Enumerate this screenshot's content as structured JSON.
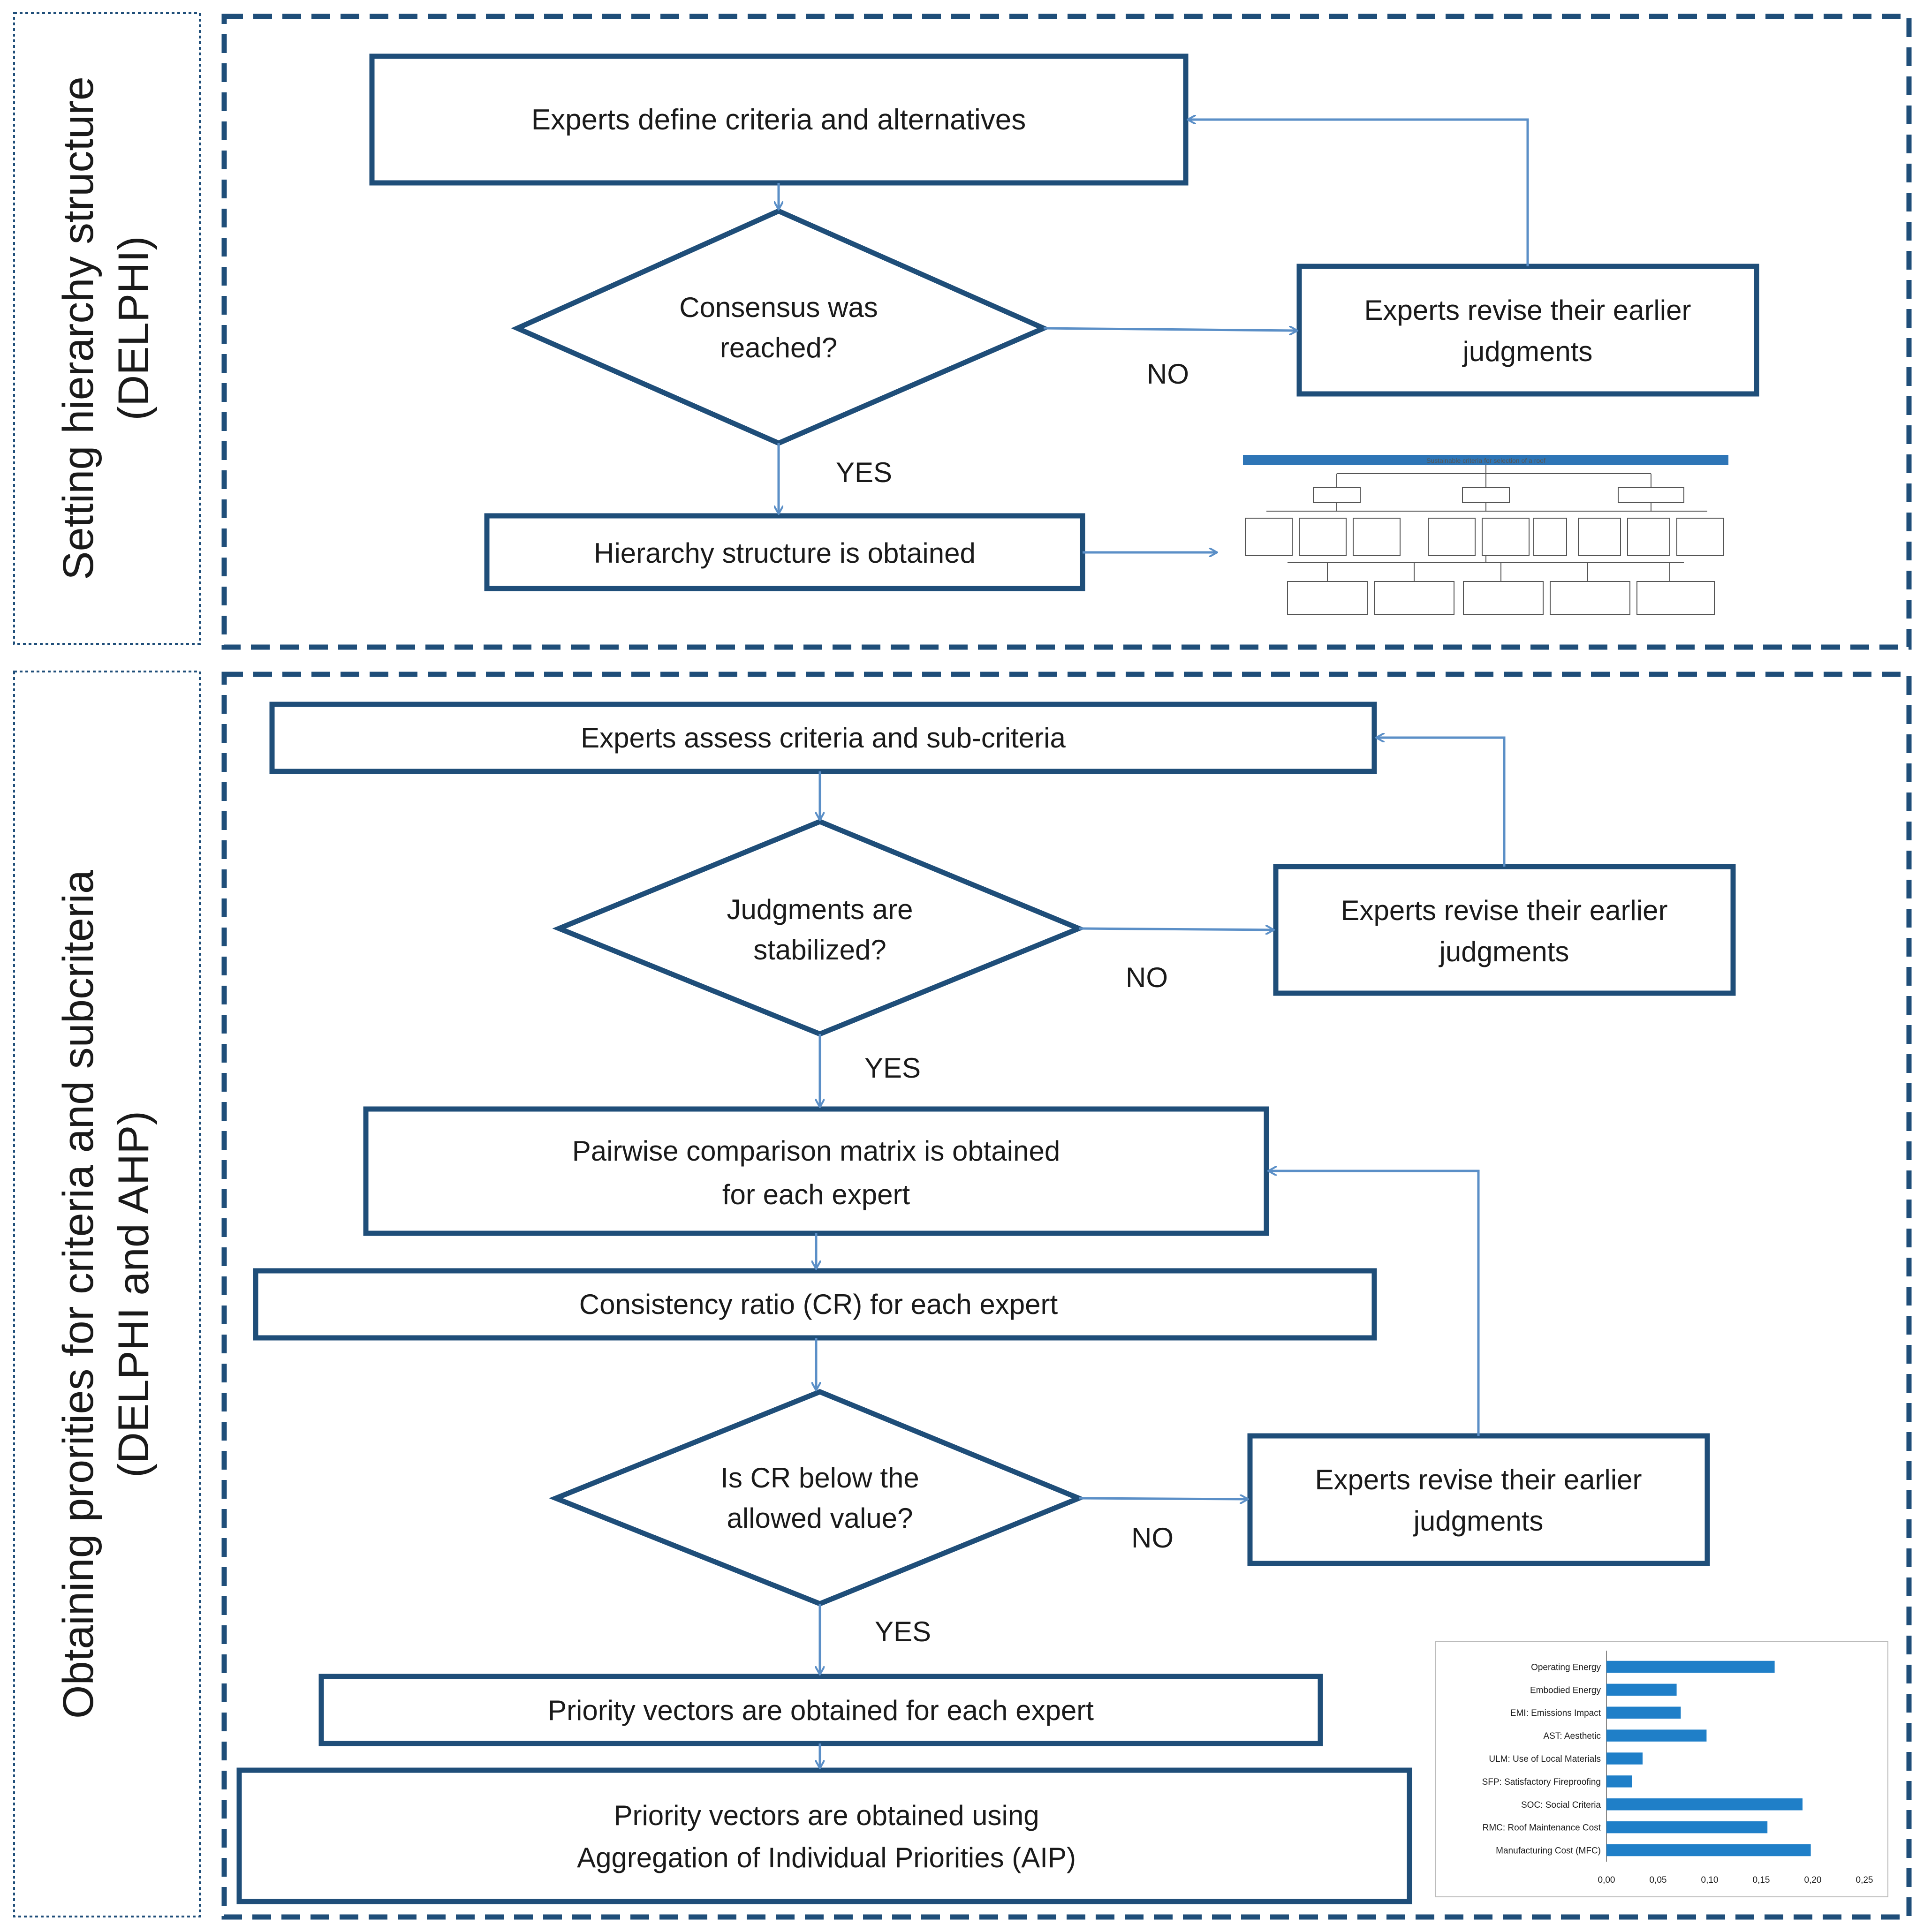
{
  "sections": [
    {
      "label_line1": "Setting hierarchy structure",
      "label_line2": "(DELPHI)"
    },
    {
      "label_line1": "Obtaining prorities for criteria and subcriteria",
      "label_line2": "(DELPHI and AHP)"
    }
  ],
  "nodes": {
    "define": {
      "lines": [
        "Experts define criteria and alternatives"
      ]
    },
    "consensus": {
      "lines": [
        "Consensus was",
        "reached?"
      ]
    },
    "revise1": {
      "lines": [
        "Experts revise their earlier",
        "judgments"
      ]
    },
    "hierarchy": {
      "lines": [
        "Hierarchy structure is obtained"
      ]
    },
    "assess": {
      "lines": [
        "Experts assess criteria and sub-criteria"
      ]
    },
    "stabilized": {
      "lines": [
        "Judgments are",
        "stabilized?"
      ]
    },
    "revise2": {
      "lines": [
        "Experts revise their earlier",
        "judgments"
      ]
    },
    "pairwise": {
      "lines": [
        "Pairwise comparison matrix is obtained",
        "for each expert"
      ]
    },
    "consistency": {
      "lines": [
        "Consistency ratio (CR) for each expert"
      ]
    },
    "cr_check": {
      "lines": [
        "Is CR below the",
        "allowed value?"
      ]
    },
    "revise3": {
      "lines": [
        "Experts revise their earlier",
        "judgments"
      ]
    },
    "vectors": {
      "lines": [
        "Priority vectors are obtained for each expert"
      ]
    },
    "aip": {
      "lines": [
        "Priority vectors  are obtained using",
        "Aggregation of Individual Priorities (AIP)"
      ]
    }
  },
  "edge_labels": {
    "no1": "NO",
    "yes1": "YES",
    "no2": "NO",
    "yes2": "YES",
    "no3": "NO",
    "yes3": "YES"
  },
  "colors": {
    "box_border": "#1f4e79",
    "arrow": "#5b8fc7",
    "section_border": "#1f4e79",
    "bar": "#1f7fc8"
  },
  "thumbnail_hierarchy": {
    "title": "Sustainable criteria for selection of a roof"
  },
  "chart_data": {
    "type": "bar",
    "orientation": "horizontal",
    "categories": [
      "Operating Energy",
      "Embodied Energy",
      "EMI: Emissions Impact",
      "AST: Aesthetic",
      "ULM: Use of Local Materials",
      "SFP: Satisfactory Fireproofing",
      "SOC: Social Criteria",
      "RMC: Roof Maintenance Cost",
      "Manufacturing Cost (MFC)"
    ],
    "values": [
      0.163,
      0.068,
      0.072,
      0.097,
      0.035,
      0.025,
      0.19,
      0.156,
      0.198
    ],
    "tick_labels": [
      "0,00",
      "0,05",
      "0,10",
      "0,15",
      "0,20",
      "0,25"
    ],
    "xlim": [
      0,
      0.25
    ]
  }
}
